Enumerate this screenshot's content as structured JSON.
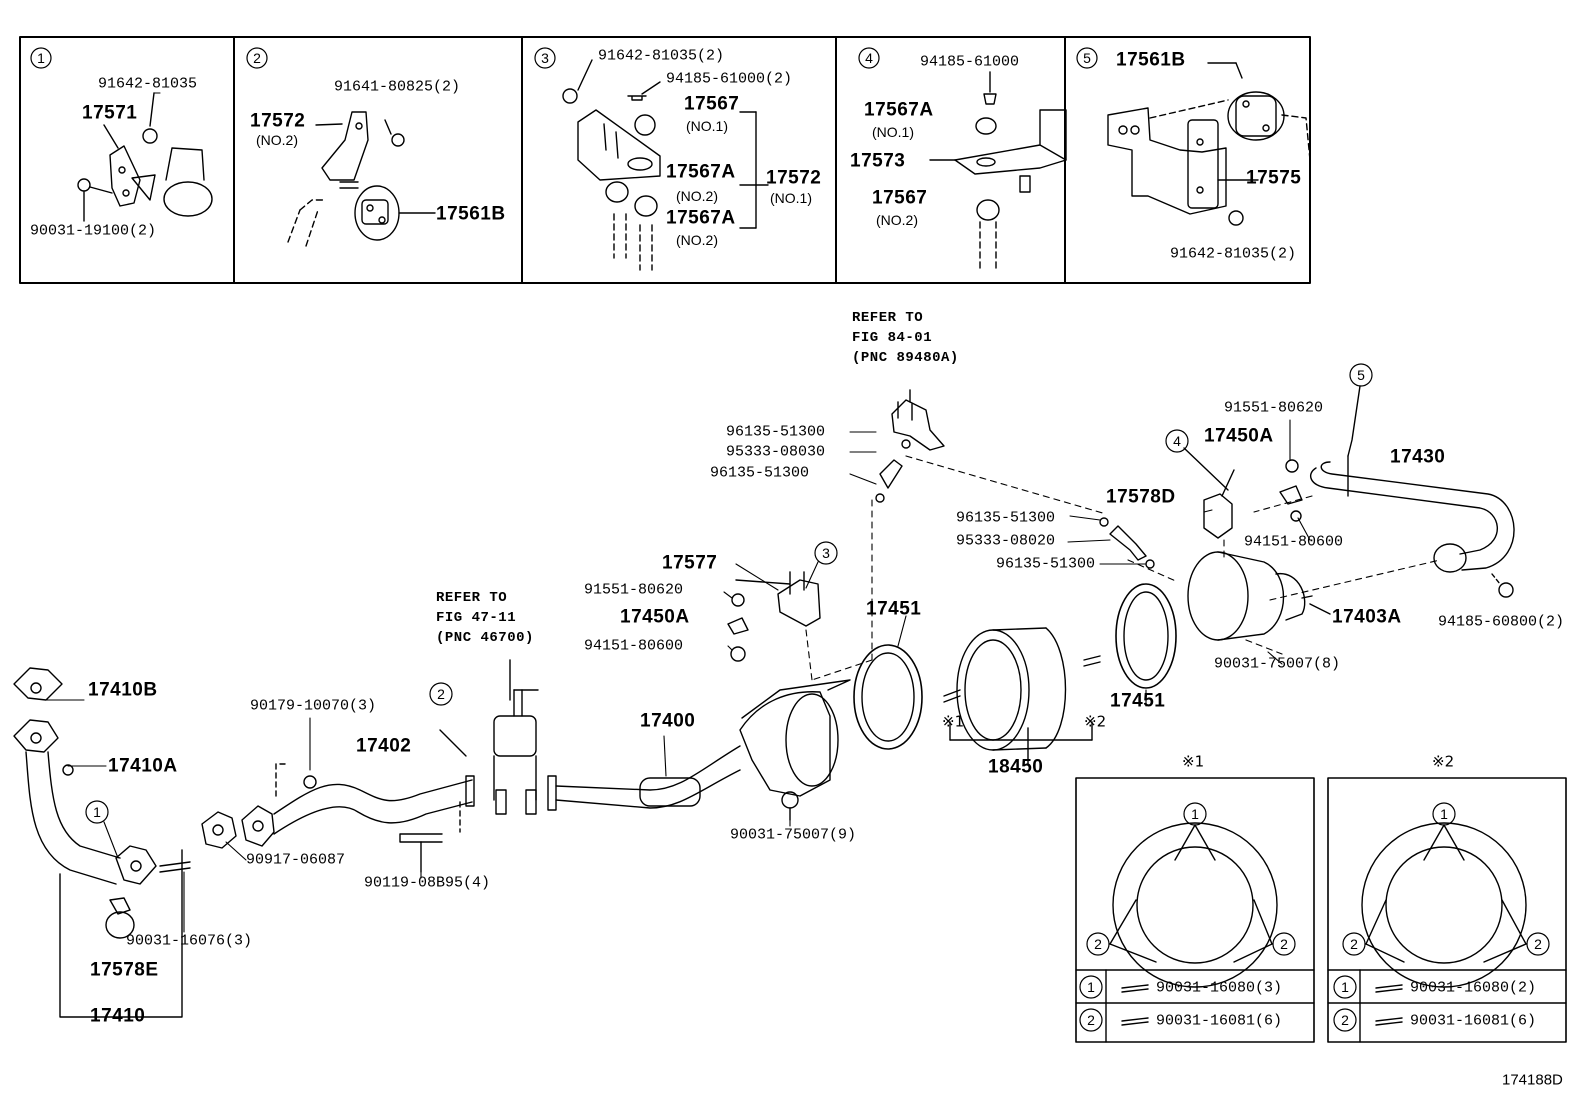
{
  "diagram_code": "174188D",
  "callouts": [
    "1",
    "2",
    "3",
    "4",
    "5",
    "3",
    "4",
    "5",
    "2",
    "1",
    "1",
    "2",
    "2",
    "1",
    "2",
    "1",
    "2",
    "2",
    "1",
    "2"
  ],
  "marks": [
    "※1",
    "※1",
    "※2",
    "※2"
  ],
  "notes": [
    "REFER TO",
    "FIG 84-01",
    "(PNC 89480A)",
    "REFER TO",
    "FIG 47-11",
    "(PNC 46700)"
  ],
  "labels": [
    "91642-81035",
    "17571",
    "90031-19100(2)",
    "91641-80825(2)",
    "17572",
    "(NO.2)",
    "17561B",
    "91642-81035(2)",
    "94185-61000(2)",
    "17567",
    "(NO.1)",
    "17567A",
    "(NO.2)",
    "17567A",
    "(NO.2)",
    "17572",
    "(NO.1)",
    "94185-61000",
    "17567A",
    "(NO.1)",
    "17573",
    "17567",
    "(NO.2)",
    "17561B",
    "17575",
    "91642-81035(2)",
    "96135-51300",
    "95333-08030",
    "96135-51300",
    "91551-80620",
    "17450A",
    "17430",
    "17578D",
    "94151-80600",
    "96135-51300",
    "95333-08020",
    "96135-51300",
    "17403A",
    "94185-60800(2)",
    "17577",
    "91551-80620",
    "17450A",
    "94151-80600",
    "17451",
    "17451",
    "90031-75007(8)",
    "18450",
    "17410B",
    "17410A",
    "90179-10070(3)",
    "17402",
    "17400",
    "90917-06087",
    "90119-08B95(4)",
    "90031-75007(9)",
    "90031-16076(3)",
    "17578E",
    "17410",
    "90031-16080(3)",
    "90031-16081(6)",
    "90031-16080(2)",
    "90031-16081(6)"
  ]
}
